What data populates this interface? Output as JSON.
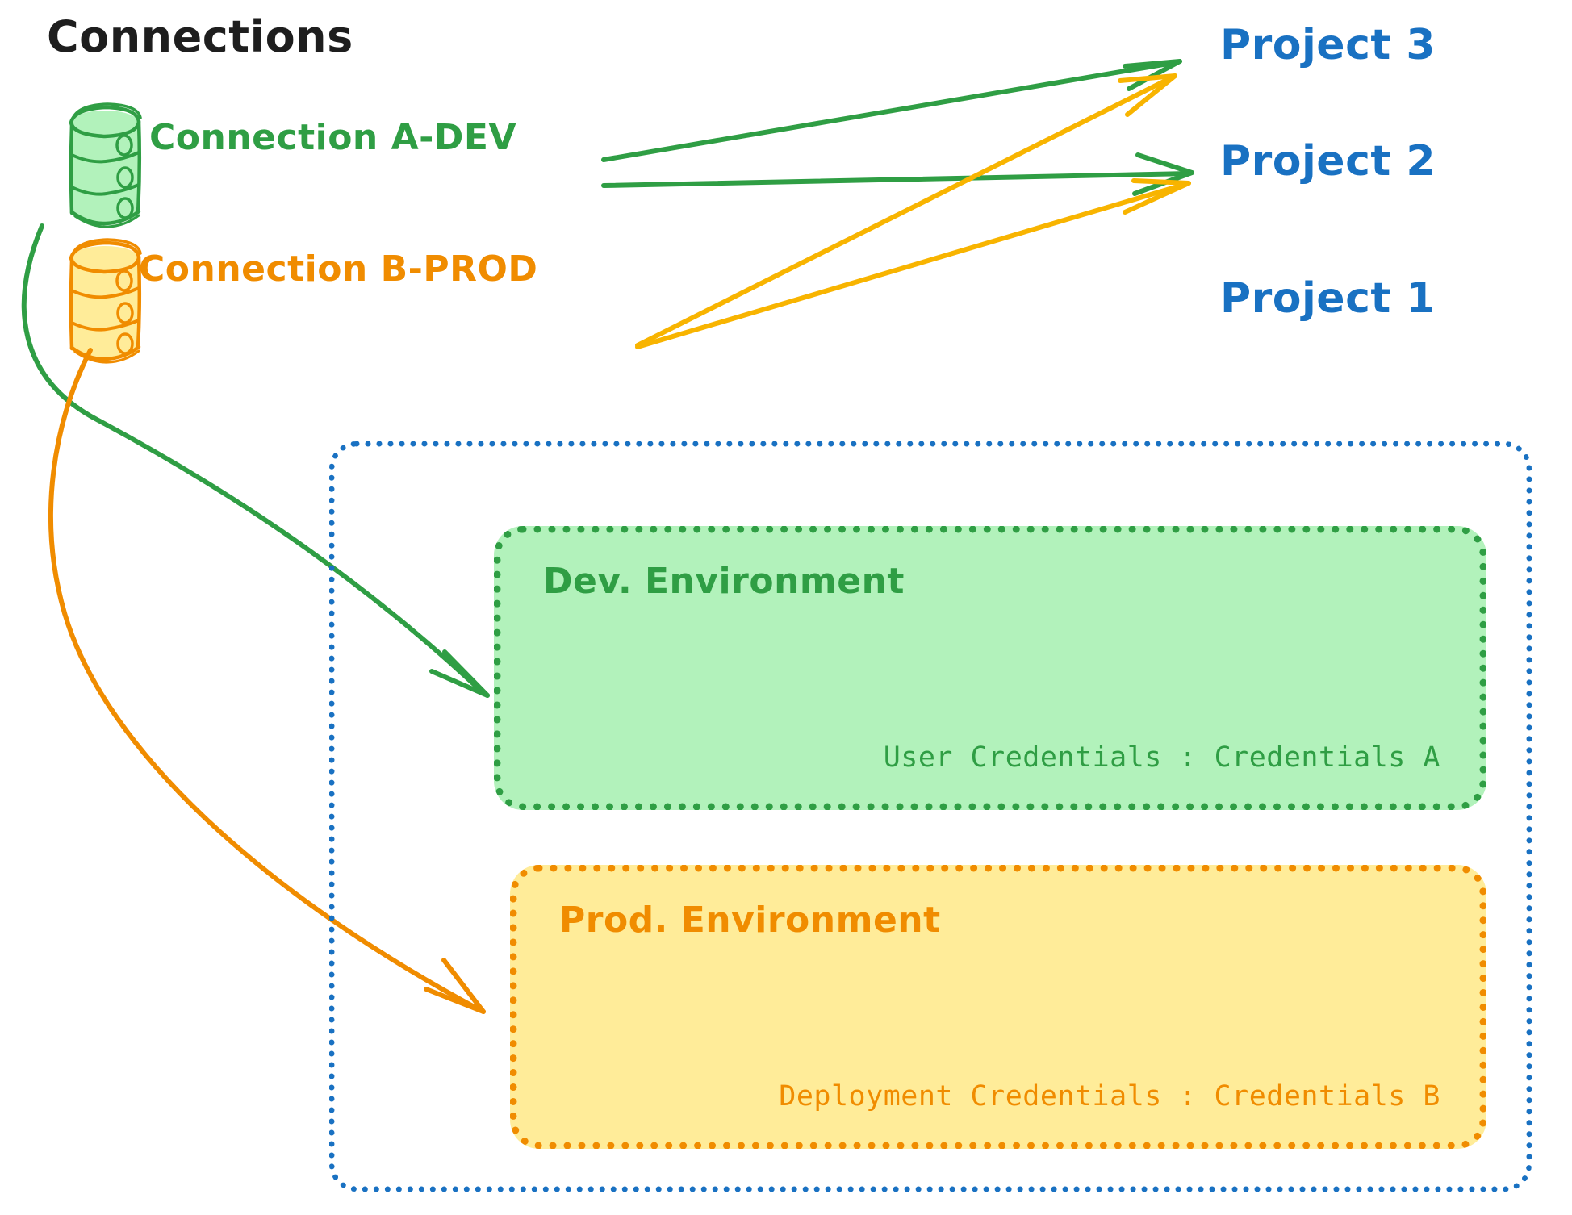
{
  "title": "Connections",
  "connections": [
    {
      "id": "a",
      "label": "Connection A-DEV",
      "color": "#2f9e44",
      "icon": "database-icon"
    },
    {
      "id": "b",
      "label": "Connection B-PROD",
      "color": "#f08c00",
      "icon": "database-icon"
    }
  ],
  "projects": [
    {
      "id": "p3",
      "label": "Project 3",
      "color": "#1971c2"
    },
    {
      "id": "p2",
      "label": "Project 2",
      "color": "#1971c2"
    },
    {
      "id": "p1",
      "label": "Project 1",
      "color": "#1971c2"
    }
  ],
  "project_boundary": {
    "name": "Project 1",
    "border_color": "#1971c2",
    "border_style": "dotted"
  },
  "environments": [
    {
      "id": "dev",
      "title": "Dev. Environment",
      "credentials_label": "User Credentials",
      "credentials_value": "Credentials A",
      "credentials_line": "User Credentials : Credentials A",
      "fill": "#b2f2bb",
      "border_color": "#2f9e44"
    },
    {
      "id": "prod",
      "title": "Prod. Environment",
      "credentials_label": "Deployment Credentials",
      "credentials_value": "Credentials B",
      "credentials_line": "Deployment Credentials : Credentials B",
      "fill": "#ffec99",
      "border_color": "#f08c00"
    }
  ],
  "edges": [
    {
      "from": "Connection A-DEV",
      "to": "Project 3",
      "color": "#2f9e44"
    },
    {
      "from": "Connection A-DEV",
      "to": "Project 2",
      "color": "#2f9e44"
    },
    {
      "from": "Connection A-DEV",
      "to": "Dev. Environment",
      "color": "#2f9e44"
    },
    {
      "from": "Connection B-PROD",
      "to": "Project 3",
      "color": "#f08c00"
    },
    {
      "from": "Connection B-PROD",
      "to": "Project 2",
      "color": "#f08c00"
    },
    {
      "from": "Connection B-PROD",
      "to": "Prod. Environment",
      "color": "#f08c00"
    }
  ],
  "colors": {
    "green_stroke": "#2f9e44",
    "green_fill": "#b2f2bb",
    "orange_stroke": "#f08c00",
    "orange_fill": "#ffec99",
    "blue": "#1971c2",
    "black": "#1e1e1e",
    "background": "#ffffff"
  }
}
